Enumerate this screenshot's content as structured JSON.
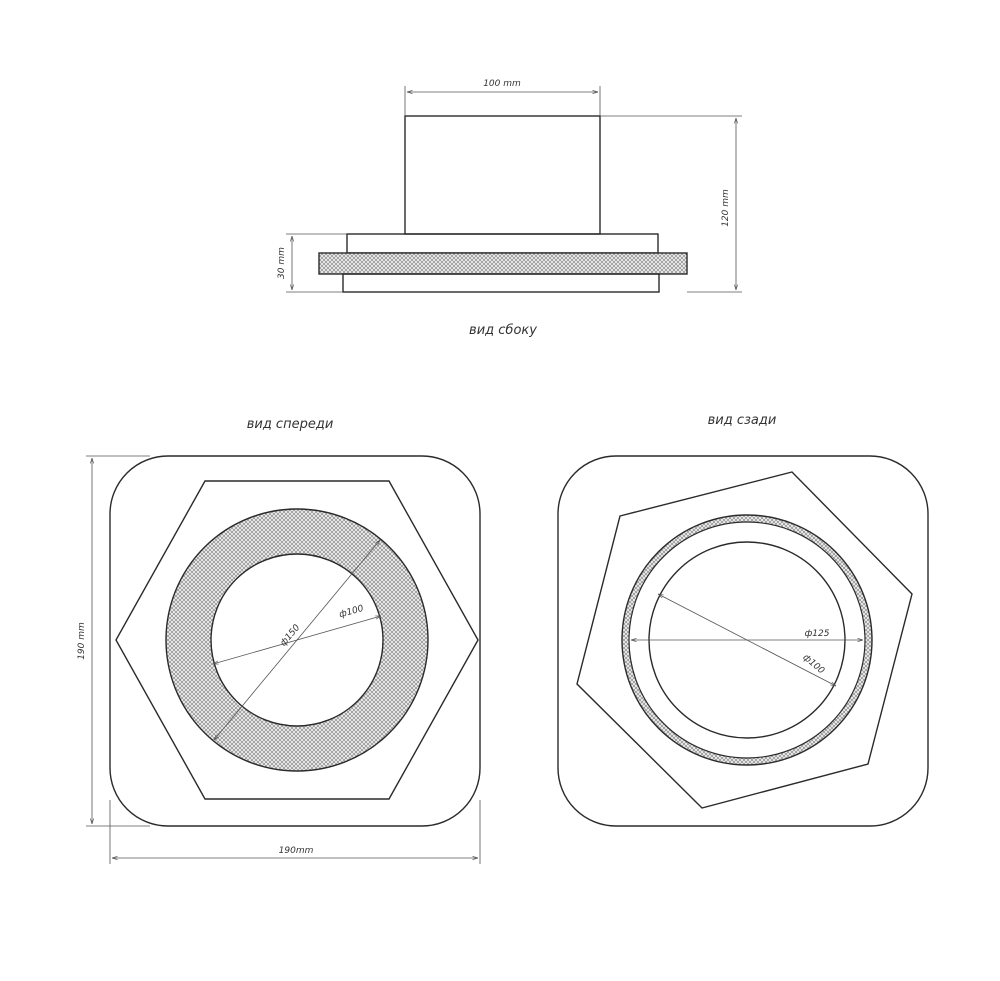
{
  "views": {
    "side": {
      "caption": "вид сбоку"
    },
    "front": {
      "caption": "вид спереди"
    },
    "back": {
      "caption": "вид сзади"
    }
  },
  "dimensions": {
    "side_width": "100 mm",
    "side_height": "120 mm",
    "side_thickness": "30 mm",
    "front_height": "190 mm",
    "front_width": "190mm",
    "front_outer_diameter": "ф150",
    "front_inner_diameter": "ф100",
    "back_outer_diameter": "ф125",
    "back_inner_diameter": "ф100"
  },
  "colors": {
    "line": "#2a2a2a",
    "hatch": "#8a8a8a",
    "background": "#ffffff"
  }
}
